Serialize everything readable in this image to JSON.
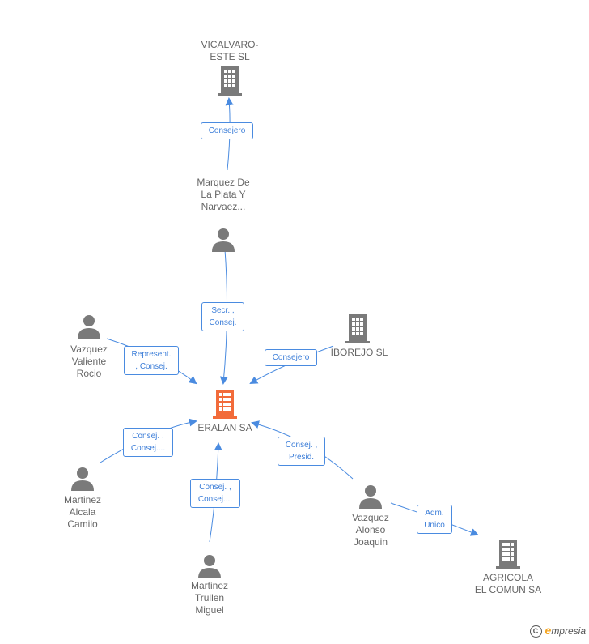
{
  "nodes": {
    "vicalvaro": {
      "label": "VICALVARO-\nESTE SL",
      "kind": "company"
    },
    "marquez": {
      "label": "Marquez De\nLa Plata Y\nNarvaez...",
      "kind": "person"
    },
    "iborejo": {
      "label": "IBOREJO SL",
      "kind": "company"
    },
    "vazquez_valiente": {
      "label": "Vazquez\nValiente\nRocio",
      "kind": "person"
    },
    "eralan": {
      "label": "ERALAN SA",
      "kind": "company-main"
    },
    "martinez_alcala": {
      "label": "Martinez\nAlcala\nCamilo",
      "kind": "person"
    },
    "vazquez_alonso": {
      "label": "Vazquez\nAlonso\nJoaquin",
      "kind": "person"
    },
    "martinez_trullen": {
      "label": "Martinez\nTrullen\nMiguel",
      "kind": "person"
    },
    "agricola": {
      "label": "AGRICOLA\nEL COMUN SA",
      "kind": "company"
    }
  },
  "roles": {
    "r1": "Consejero",
    "r2": "Secr. ,\nConsej.",
    "r3": "Represent.\n, Consej.",
    "r4": "Consejero",
    "r5": "Consej. ,\nConsej....",
    "r6": "Consej. ,\nPresid.",
    "r7": "Consej. ,\nConsej....",
    "r8": "Adm.\nUnico"
  },
  "colors": {
    "node": "#7a7a7a",
    "main": "#f26b3a",
    "edge": "#4a8be0"
  },
  "brand": {
    "copyright": "C",
    "first": "e",
    "rest": "mpresia"
  }
}
